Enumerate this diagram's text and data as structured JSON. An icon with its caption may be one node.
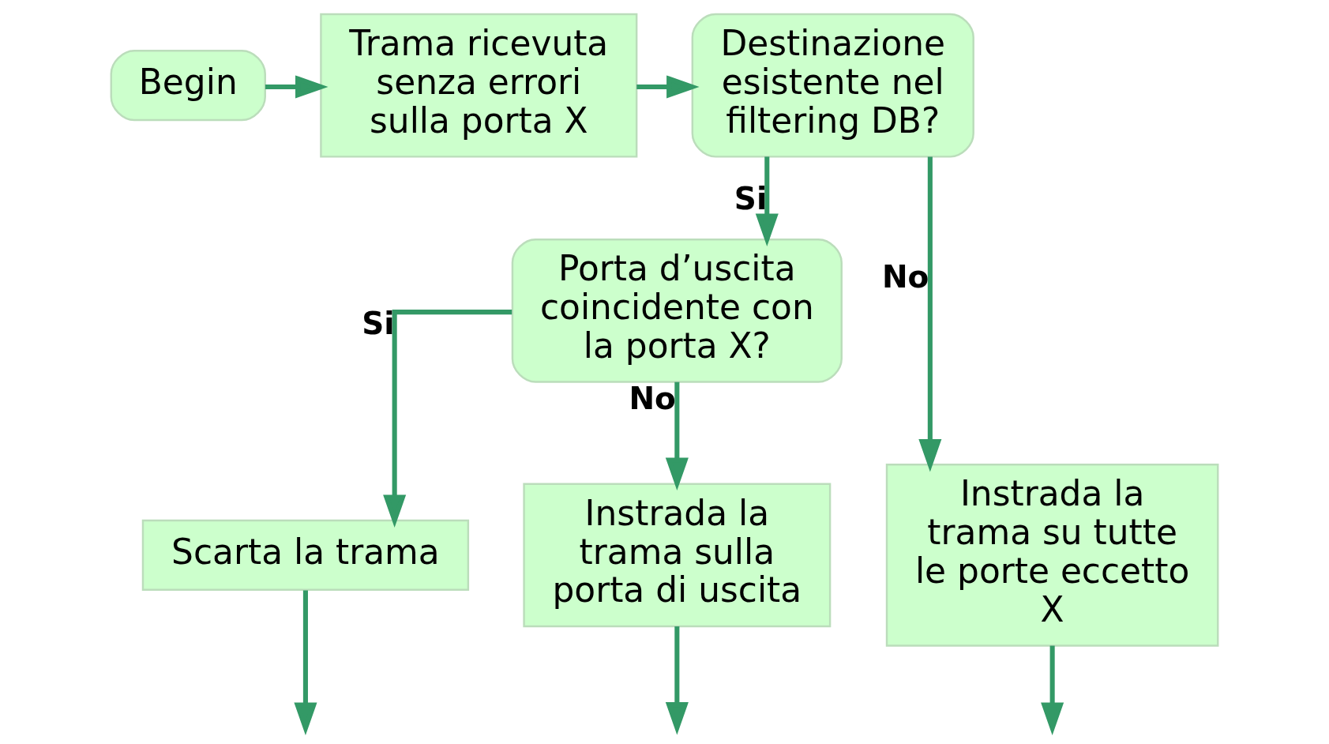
{
  "diagram": {
    "nodes": [
      {
        "text": [
          "Begin"
        ]
      },
      {
        "text": [
          "Trama ricevuta senza errori sulla porta X"
        ]
      },
      {
        "text": [
          "Destinazione esistente nel filtering DB?"
        ]
      },
      {
        "text": [
          "Porta d’uscita coincidente con la porta X?"
        ]
      },
      {
        "text": [
          "Scarta la trama"
        ]
      },
      {
        "text": [
          "Instrada la trama sulla porta di uscita"
        ]
      },
      {
        "text": [
          "Instrada la trama su tutte le porte eccetto X"
        ]
      }
    ],
    "edges": [
      {
        "from": 0,
        "to": 1,
        "arrow": "to"
      },
      {
        "from": 1,
        "to": 2,
        "arrow": "to"
      },
      {
        "from": 2,
        "to": 6,
        "label": "No",
        "arrow": "to"
      },
      {
        "from": 2,
        "to": 3,
        "label": "Si",
        "arrow": "to"
      },
      {
        "from": 3,
        "to": 4,
        "label": "Si",
        "arrow": "to"
      },
      {
        "from": 3,
        "to": 5,
        "label": "No",
        "arrow": "to"
      },
      {
        "from": 4,
        "to": null,
        "arrow": "to"
      },
      {
        "from": 5,
        "to": null,
        "arrow": "to"
      },
      {
        "from": 6,
        "to": null,
        "arrow": "to"
      }
    ]
  }
}
